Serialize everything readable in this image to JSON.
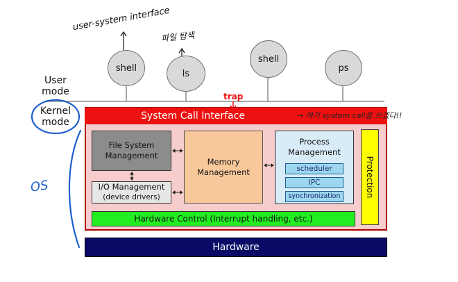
{
  "labels": {
    "user_mode": "User\nmode",
    "kernel_mode": "Kernel\nmode",
    "trap": "trap",
    "os": "OS"
  },
  "processes": [
    "shell",
    "ls",
    "shell",
    "ps"
  ],
  "kernel": {
    "system_call_interface": "System Call Interface",
    "file_system_management": "File System Management",
    "io_management": "I/O Management",
    "device_drivers": "(device drivers)",
    "memory_management": "Memory Management",
    "process_management": "Process Management",
    "scheduler": "scheduler",
    "ipc": "IPC",
    "synchronization": "synchronization",
    "protection": "Protection",
    "hardware_control": "Hardware Control (Interrupt handling, etc.)",
    "hardware": "Hardware"
  },
  "annotations": {
    "user_system_interface": "user-system interface",
    "korean_note": "파일 탐색",
    "syscall_note": "→ 여기 system call을 쓰겠다!!"
  },
  "colors": {
    "syscall_red": "#ee1111",
    "hardware_navy": "#0a0a66",
    "hw_control_green": "#22ee22",
    "protection_yellow": "#ffff00",
    "memory_orange": "#f8c89a",
    "filesystem_gray": "#8c8c8c",
    "process_lightblue": "#d8ecf8",
    "pen_blue": "#1f5fcf"
  }
}
